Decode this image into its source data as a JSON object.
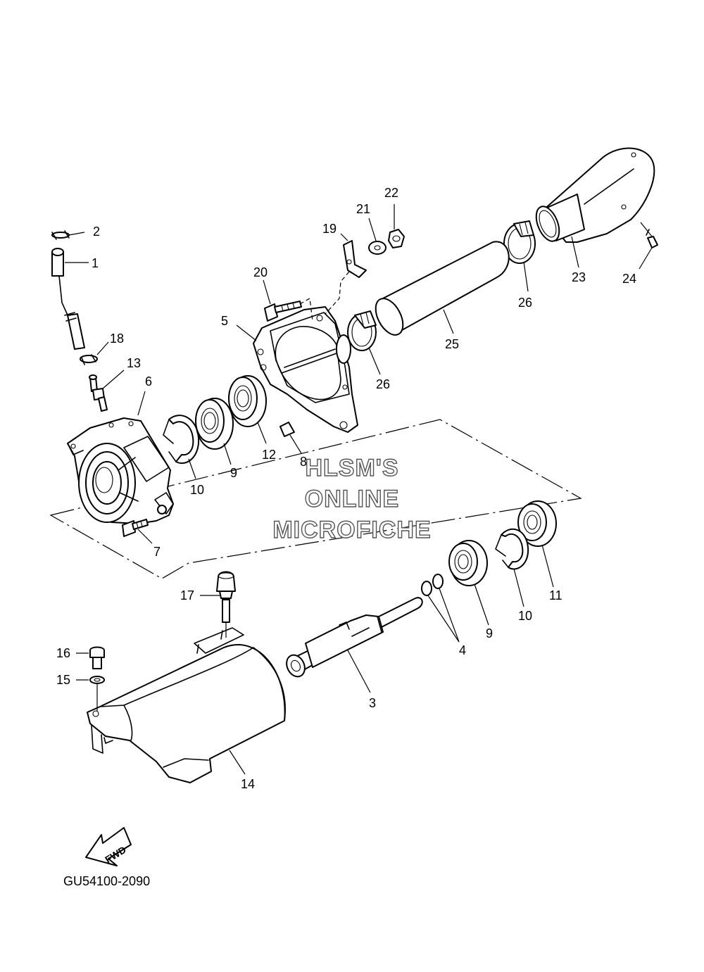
{
  "diagram": {
    "code": "GU54100-2090",
    "fwd_label": "FWD",
    "watermark": [
      "HLSM'S",
      "ONLINE",
      "MICROFICHE"
    ],
    "callouts": [
      "1",
      "2",
      "3",
      "4",
      "5",
      "6",
      "7",
      "8",
      "9",
      "9",
      "10",
      "10",
      "11",
      "12",
      "13",
      "14",
      "15",
      "16",
      "17",
      "18",
      "19",
      "20",
      "21",
      "22",
      "23",
      "24",
      "25",
      "26",
      "26"
    ]
  }
}
